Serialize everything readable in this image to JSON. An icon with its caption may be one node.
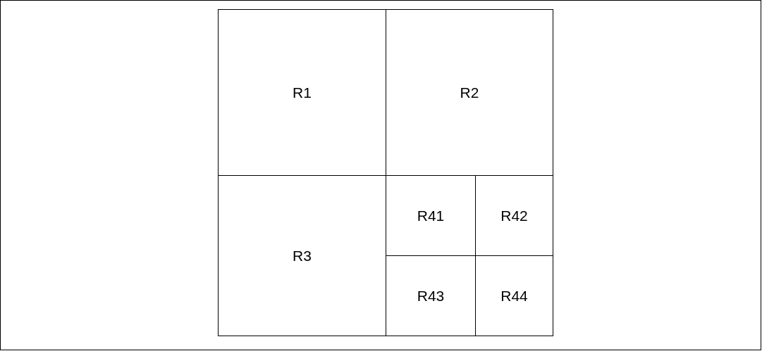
{
  "diagram": {
    "nodes": [
      {
        "text": [
          "R1"
        ]
      },
      {
        "text": [
          "R2"
        ]
      },
      {
        "text": [
          "R3"
        ]
      },
      {
        "text": [
          "R41"
        ]
      },
      {
        "text": [
          "R42"
        ]
      },
      {
        "text": [
          "R43"
        ]
      },
      {
        "text": [
          "R44"
        ]
      }
    ]
  }
}
